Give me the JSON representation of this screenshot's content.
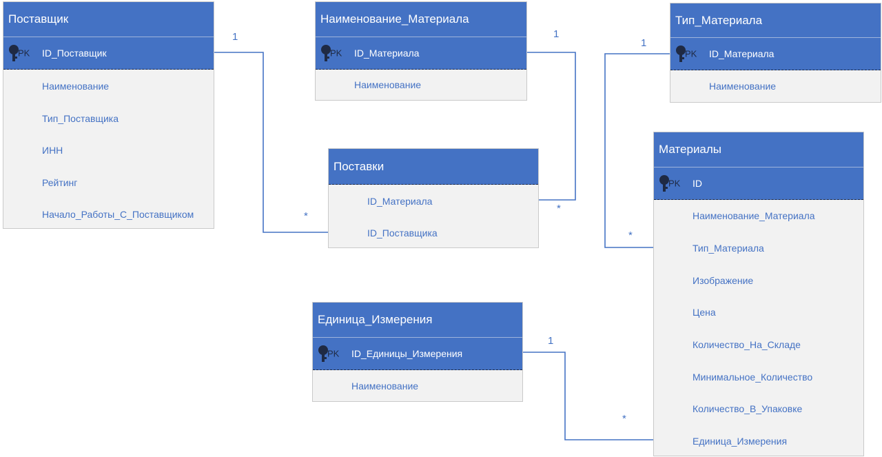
{
  "entities": {
    "supplier": {
      "title": "Поставщик",
      "pk_tag": "PK",
      "pk_field": "ID_Поставщик",
      "fields": [
        "Наименование",
        "Тип_Поставщика",
        "ИНН",
        "Рейтинг",
        "Начало_Работы_С_Поставщиком"
      ]
    },
    "material_name": {
      "title": "Наименование_Материала",
      "pk_tag": "PK",
      "pk_field": "ID_Материала",
      "fields": [
        "Наименование"
      ]
    },
    "material_type": {
      "title": "Тип_Материала",
      "pk_tag": "PK",
      "pk_field": "ID_Материала",
      "fields": [
        "Наименование"
      ]
    },
    "deliveries": {
      "title": "Поставки",
      "fields": [
        "ID_Материала",
        "ID_Поставщика"
      ]
    },
    "materials": {
      "title": "Материалы",
      "pk_tag": "PK",
      "pk_field": "ID",
      "fields": [
        "Наименование_Материала",
        "Тип_Материала",
        "Изображение",
        "Цена",
        "Количество_На_Складе",
        "Минимальное_Количество",
        "Количество_В_Упаковке",
        "Единица_Измерения"
      ]
    },
    "unit": {
      "title": "Единица_Измерения",
      "pk_tag": "PK",
      "pk_field": "ID_Единицы_Измерения",
      "fields": [
        "Наименование"
      ]
    }
  },
  "cardinality": {
    "one": "1",
    "many": "*"
  },
  "colors": {
    "header": "#4472c4",
    "body": "#f2f2f2",
    "field_text": "#4472c4",
    "key": "#1f2a44"
  }
}
